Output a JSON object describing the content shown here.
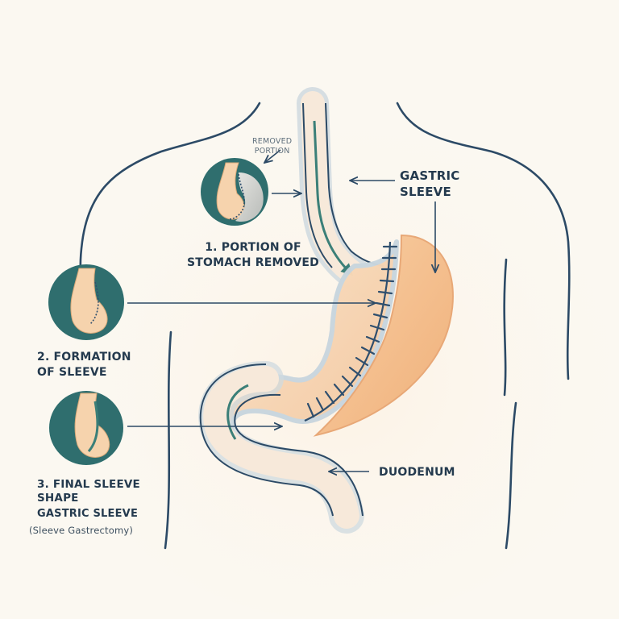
{
  "labels": {
    "removed_portion": [
      "REMOVED",
      "PORTION"
    ],
    "gastric_sleeve": [
      "GASTRIC",
      "SLEEVE"
    ],
    "step1": [
      "1. PORTION OF",
      "STOMACH REMOVED"
    ],
    "step2": [
      "2. FORMATION",
      "OF SLEEVE"
    ],
    "step3": [
      "3. FINAL SLEEVE",
      "SHAPE"
    ],
    "title": "GASTRIC SLEEVE",
    "subtitle": "(Sleeve Gastrectomy)",
    "duodenum": "DUODENUM"
  },
  "colors": {
    "outline": "#2c4a66",
    "stomach": "#f6d3ad",
    "removed": "#f3bf8e",
    "teal": "#3b7f78",
    "staple": "#2f4f6e"
  }
}
